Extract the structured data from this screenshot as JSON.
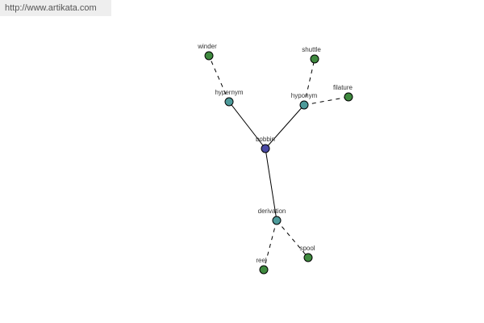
{
  "watermark": "http://www.artikata.com",
  "colors": {
    "center": "#4a4aa5",
    "relation": "#4d9a9a",
    "word": "#3f8a3f"
  },
  "graph": {
    "nodes": [
      {
        "id": "bobbin",
        "label": "bobbin",
        "kind": "center"
      },
      {
        "id": "hypernym",
        "label": "hypernym",
        "kind": "relation"
      },
      {
        "id": "hyponym",
        "label": "hyponym",
        "kind": "relation"
      },
      {
        "id": "derivation",
        "label": "derivation",
        "kind": "relation"
      },
      {
        "id": "winder",
        "label": "winder",
        "kind": "word"
      },
      {
        "id": "shuttle",
        "label": "shuttle",
        "kind": "word"
      },
      {
        "id": "filature",
        "label": "filature",
        "kind": "word"
      },
      {
        "id": "reel",
        "label": "reel",
        "kind": "word"
      },
      {
        "id": "spool",
        "label": "spool",
        "kind": "word"
      }
    ],
    "edges": [
      {
        "from": "bobbin",
        "to": "hypernym",
        "style": "solid"
      },
      {
        "from": "bobbin",
        "to": "hyponym",
        "style": "solid"
      },
      {
        "from": "bobbin",
        "to": "derivation",
        "style": "solid"
      },
      {
        "from": "hypernym",
        "to": "winder",
        "style": "dashed"
      },
      {
        "from": "hyponym",
        "to": "shuttle",
        "style": "dashed"
      },
      {
        "from": "hyponym",
        "to": "filature",
        "style": "dashed"
      },
      {
        "from": "derivation",
        "to": "reel",
        "style": "dashed"
      },
      {
        "from": "derivation",
        "to": "spool",
        "style": "dashed"
      }
    ]
  }
}
